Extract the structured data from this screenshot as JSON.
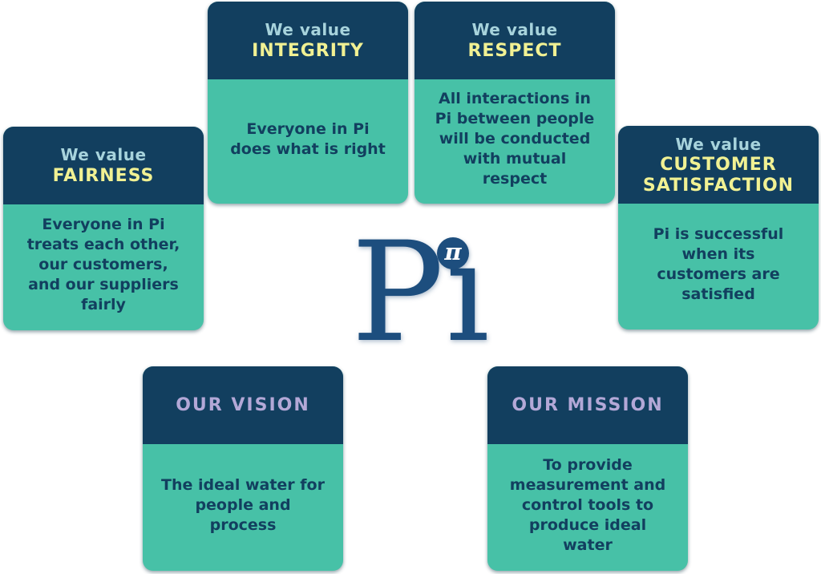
{
  "palette": {
    "page_bg": "#ffffff",
    "card_header_bg": "#123f5f",
    "card_body_bg": "#47c1a7",
    "prefix_color": "#a7d3dc",
    "value_title_color": "#f1f193",
    "section_title_color": "#b3a8d7",
    "body_text_color": "#123f5f",
    "logo_color": "#1d4e7e"
  },
  "cards": [
    {
      "id": "integrity",
      "prefix": "We value",
      "title": "INTEGRITY",
      "body": "Everyone in Pi\ndoes what is right"
    },
    {
      "id": "respect",
      "prefix": "We value",
      "title": "RESPECT",
      "body": "All interactions in\nPi between people\nwill be conducted\nwith mutual\nrespect"
    },
    {
      "id": "fairness",
      "prefix": "We value",
      "title": "FAIRNESS",
      "body": "Everyone in Pi\ntreats each other,\nour customers,\nand our suppliers\nfairly"
    },
    {
      "id": "customer-satisfaction",
      "prefix": "We value",
      "title": "CUSTOMER\nSATISFACTION",
      "body": "Pi is successful\nwhen its\ncustomers are\nsatisfied"
    },
    {
      "id": "vision",
      "title": "OUR VISION",
      "body": "The ideal water for\npeople and\nprocess"
    },
    {
      "id": "mission",
      "title": "OUR MISSION",
      "body": "To provide\nmeasurement and\ncontrol tools to\nproduce ideal\nwater"
    }
  ],
  "logo": {
    "word": "Pı",
    "symbol": "π"
  }
}
